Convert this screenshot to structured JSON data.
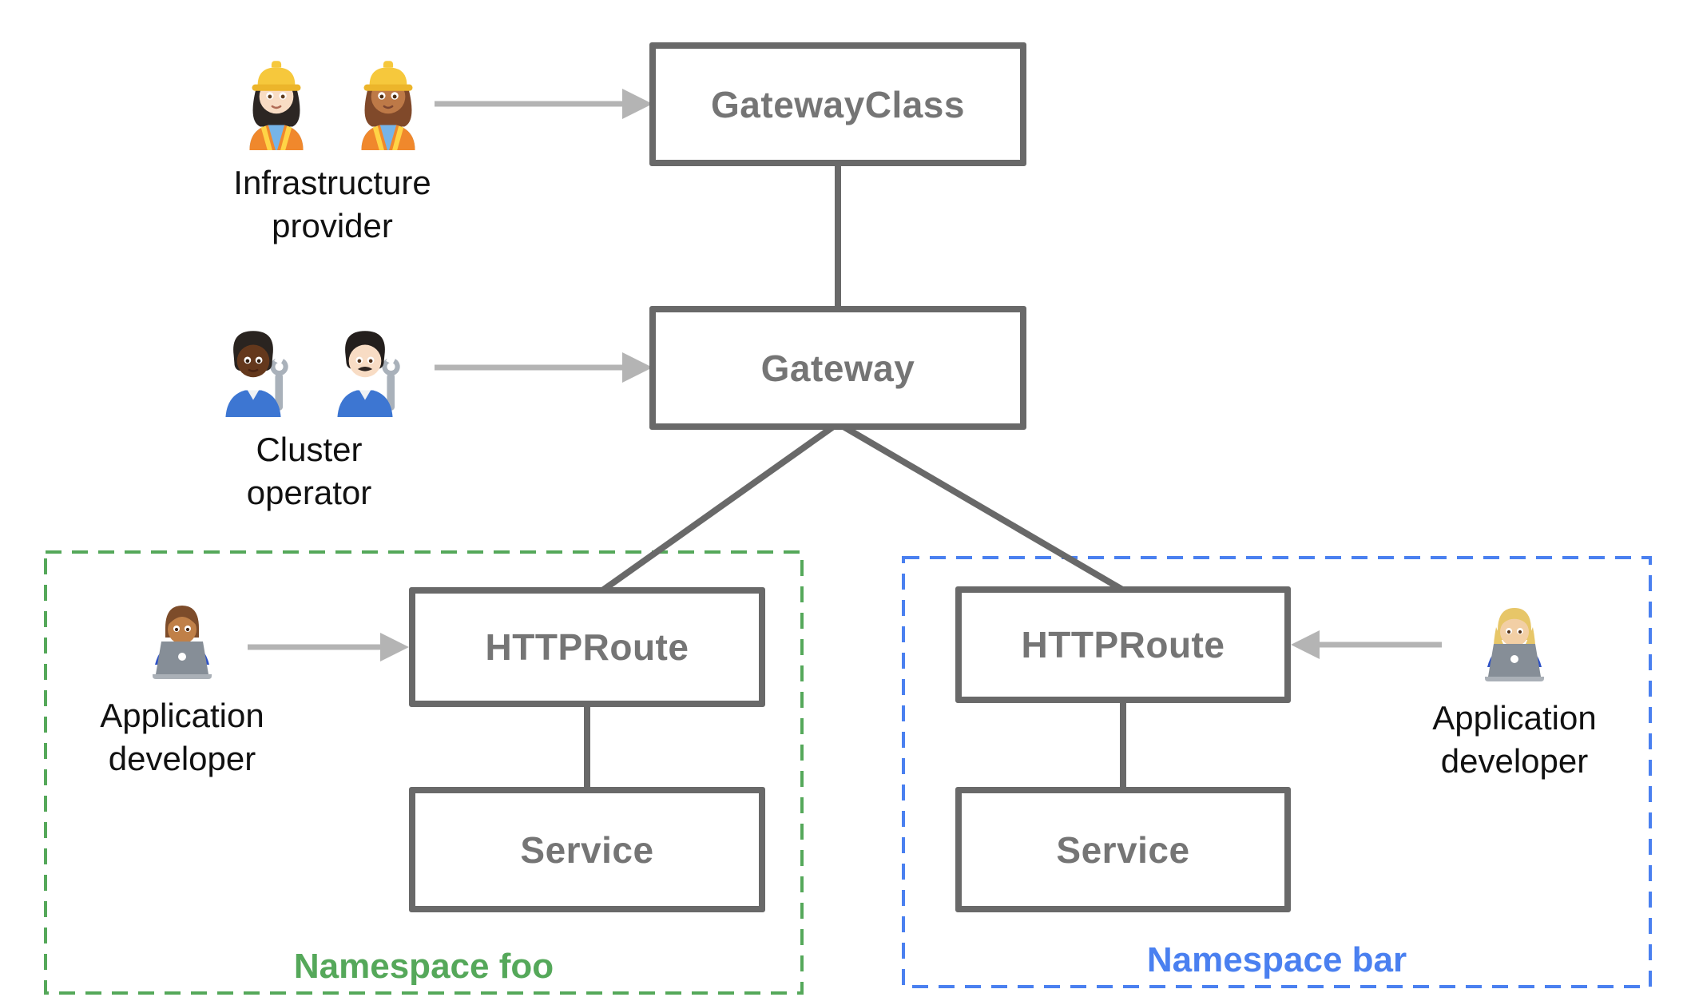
{
  "nodes": {
    "gatewayClass": "GatewayClass",
    "gateway": "Gateway",
    "httprouteFoo": "HTTPRoute",
    "serviceFoo": "Service",
    "httprouteBar": "HTTPRoute",
    "serviceBar": "Service"
  },
  "namespaces": {
    "foo": {
      "label": "Namespace foo",
      "accent_color": "#55a85a"
    },
    "bar": {
      "label": "Namespace bar",
      "accent_color": "#4a80f0"
    }
  },
  "personas": {
    "infrastructureProvider": {
      "line1": "Infrastructure",
      "line2": "provider",
      "icons": [
        "woman-construction-worker-light-skin",
        "woman-construction-worker-medium-skin"
      ]
    },
    "clusterOperator": {
      "line1": "Cluster",
      "line2": "operator",
      "icons": [
        "mechanic-dark-skin",
        "man-mechanic-light-skin"
      ]
    },
    "appDeveloperFoo": {
      "line1": "Application",
      "line2": "developer",
      "icons": [
        "man-technologist-medium-skin"
      ]
    },
    "appDeveloperBar": {
      "line1": "Application",
      "line2": "developer",
      "icons": [
        "woman-technologist-light-skin"
      ]
    }
  },
  "colors": {
    "box_border": "#696969",
    "box_label": "#757575",
    "connector_line": "#696969",
    "arrow": "#b4b4b4",
    "persona_label": "#111111",
    "namespace_foo_accent": "#55a85a",
    "namespace_bar_accent": "#4a80f0"
  }
}
